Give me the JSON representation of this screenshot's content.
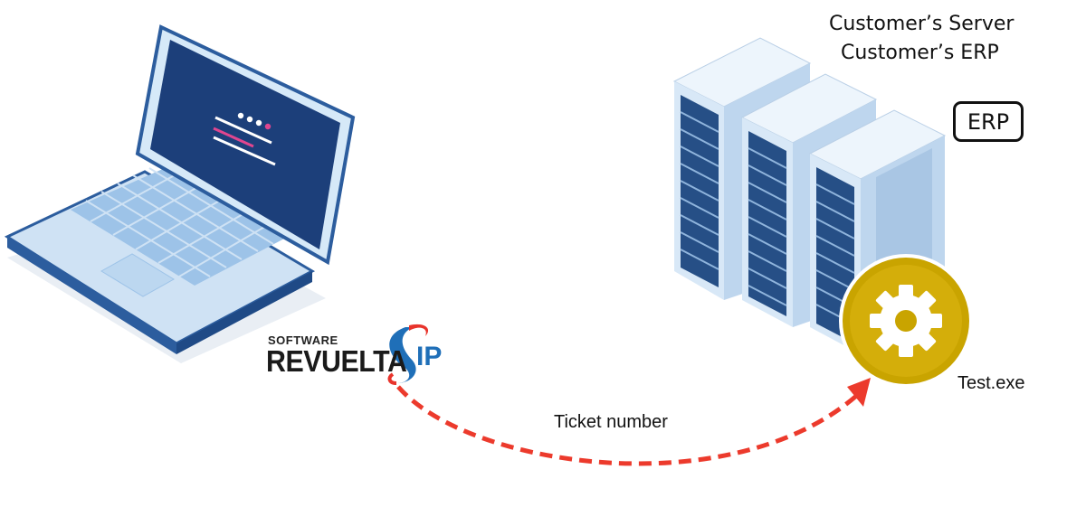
{
  "server": {
    "title_line1": "Customer’s Server",
    "title_line2": "Customer’s ERP",
    "erp_badge": "ERP"
  },
  "executable": {
    "label": "Test.exe",
    "icon": "gear-icon"
  },
  "flow": {
    "label": "Ticket number",
    "arrow_color": "#ec3a2c"
  },
  "logo": {
    "small_text": "SOFTWARE",
    "big_text": "REVUELTA",
    "suffix": "IP"
  },
  "colors": {
    "laptop_screen": "#1c3f7a",
    "laptop_body": "#d6e9f8",
    "laptop_edge": "#2c5d9e",
    "server_body": "#d8e8f7",
    "server_panel": "#264f86",
    "gear_badge": "#c9a400"
  }
}
